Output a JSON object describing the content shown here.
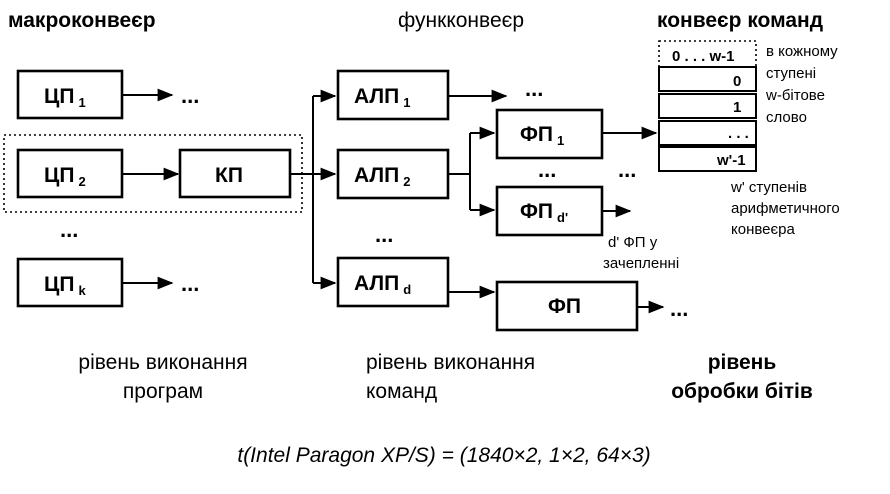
{
  "headers": {
    "macro": "макроконвеєр",
    "func": "функконвеєр",
    "cmd": "конвеєр команд"
  },
  "macro": {
    "cpu1": "ЦП",
    "cpu1_sub": "1",
    "cpu2": "ЦП",
    "cpu2_sub": "2",
    "cpuk": "ЦП",
    "cpuk_sub": "k",
    "kp": "КП",
    "dots_row1": "...",
    "dots_mid": "...",
    "dots_rowk": "..."
  },
  "func": {
    "alu1": "АЛП",
    "alu1_sub": "1",
    "alu2": "АЛП",
    "alu2_sub": "2",
    "alud": "АЛП",
    "alud_sub": "d",
    "fp1": "ФП",
    "fp1_sub": "1",
    "fpd": "ФП",
    "fpd_sub": "d'",
    "fp": "ФП",
    "dots_top": "...",
    "dots_alu": "...",
    "dots_fp": "...",
    "dots_right": "...",
    "dots_bottom": "...",
    "chain_note_line1": "d'  ФП у",
    "chain_note_line2": "зачепленні"
  },
  "pipeline": {
    "cells": [
      "0 . . . w-1",
      "0",
      "1",
      ". . .",
      "w'-1"
    ],
    "note_right": [
      "в кожному",
      "ступені",
      "w-бітове",
      "слово"
    ],
    "note_bottom": [
      "w'  ступенів",
      "арифметичного",
      "конвеєра"
    ]
  },
  "levels": {
    "programs": [
      "рівень виконання",
      "програм"
    ],
    "commands": [
      "рівень    виконання",
      "команд"
    ],
    "bits": [
      "рівень",
      "обробки бітів"
    ]
  },
  "formula": "t(Intel Paragon XP/S) = (1840×2, 1×2, 64×3)"
}
